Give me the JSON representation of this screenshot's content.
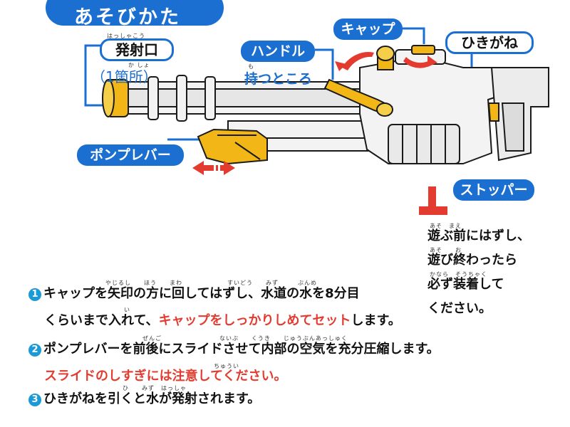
{
  "title": "あそびかた",
  "labels": {
    "nozzle": {
      "text": "発射口",
      "ruby": "はっしゃこう",
      "count": "（1箇所）",
      "count_ruby": "か しょ"
    },
    "handle": {
      "text": "ハンドル",
      "sub": "持つところ",
      "sub_ruby": "も"
    },
    "cap": "キャップ",
    "pull_ring": "ひきがね",
    "pump_lever": "ポンプレバー",
    "stopper": "ストッパー"
  },
  "stopper_note": {
    "line1": "遊ぶ前にはずし、",
    "line1_ruby": "あそ　まえ",
    "line2": "遊び終わったら",
    "line2_ruby": "あそ　　お",
    "line3": "必ず装着して",
    "line3_ruby": "かなら　そうちゃく",
    "line4": "ください。"
  },
  "instructions": {
    "s1": {
      "num": "1",
      "line1": "キャップを矢印の方に回してはずし、水道の水を8分目",
      "line1_ruby": "やじるし　　ほう　　まわ　　　　　　　すいどう　　みず　　　ぶんめ",
      "line2_a": "くらいまで入れて、",
      "line2_ruby": "い",
      "line2_red": "キャップをしっかりしめてセット",
      "line2_b": "します。"
    },
    "s2": {
      "num": "2",
      "line1": "ポンプレバーを前後にスライドさせて内部の空気を充分圧縮します。",
      "line1_ruby": "ぜんご　　　　　　　　　ないぶ　　くうき　　じゅうぶんあっしゅく",
      "line2_red": "スライドのしすぎには注意してください。",
      "line2_ruby": "ちゅうい"
    },
    "s3": {
      "num": "3",
      "line1": "ひきがねを引くと水が発射されます。",
      "line1_ruby": "ひ　　みず　はっしゃ"
    }
  },
  "colors": {
    "accent": "#1b6fd0",
    "warning": "#e33b2f",
    "lever": "#f2b716",
    "number": "#1b9ad8"
  }
}
